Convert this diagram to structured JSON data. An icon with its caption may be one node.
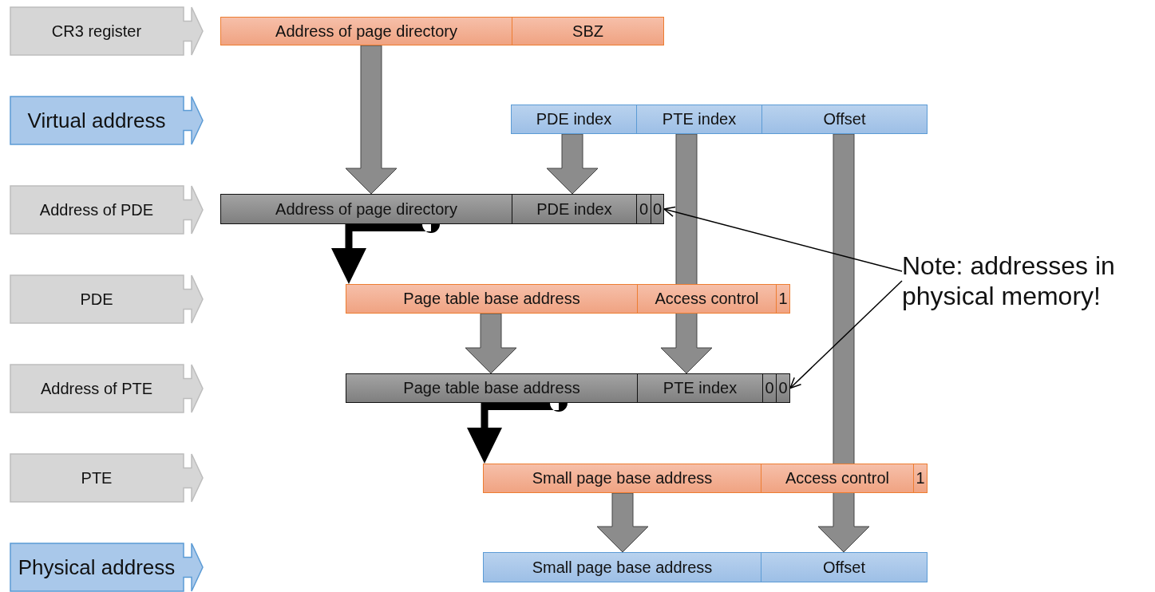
{
  "diagram": {
    "nodes": [
      {
        "text": [
          "CR3 register"
        ]
      },
      {
        "text": [
          "Virtual address"
        ]
      },
      {
        "text": [
          "Address of PDE"
        ]
      },
      {
        "text": [
          "PDE"
        ]
      },
      {
        "text": [
          "Address of PTE"
        ]
      },
      {
        "text": [
          "PTE"
        ]
      },
      {
        "text": [
          "Physical address"
        ]
      },
      {
        "text": [
          "Address of page directory"
        ]
      },
      {
        "text": [
          "SBZ"
        ]
      },
      {
        "text": [
          "PDE index"
        ]
      },
      {
        "text": [
          "PTE index"
        ]
      },
      {
        "text": [
          "Offset"
        ]
      },
      {
        "text": [
          "Address of page directory"
        ]
      },
      {
        "text": [
          "PDE index"
        ]
      },
      {
        "text": [
          "0"
        ]
      },
      {
        "text": [
          "0"
        ]
      },
      {
        "text": [
          "Page table base address"
        ]
      },
      {
        "text": [
          "Access control"
        ]
      },
      {
        "text": [
          "1"
        ]
      },
      {
        "text": [
          "Page table base address"
        ]
      },
      {
        "text": [
          "PTE index"
        ]
      },
      {
        "text": [
          "0"
        ]
      },
      {
        "text": [
          "0"
        ]
      },
      {
        "text": [
          "Small page base address"
        ]
      },
      {
        "text": [
          "Access control"
        ]
      },
      {
        "text": [
          "1"
        ]
      },
      {
        "text": [
          "Small page base address"
        ]
      },
      {
        "text": [
          "Offset"
        ]
      },
      {
        "text": [
          "Note: addresses in physical memory!"
        ]
      }
    ],
    "edges": [
      {
        "from": 7,
        "to": 12,
        "arrow": "to"
      },
      {
        "from": 9,
        "to": 13,
        "arrow": "to"
      },
      {
        "from": 10,
        "to": 20,
        "arrow": "to"
      },
      {
        "from": 11,
        "to": 27,
        "arrow": "to"
      },
      {
        "from": 12,
        "to": 16,
        "arrow": "to",
        "style": "thick",
        "color": "#000000"
      },
      {
        "from": 16,
        "to": 19,
        "arrow": "to"
      },
      {
        "from": 19,
        "to": 23,
        "arrow": "to",
        "style": "thick",
        "color": "#000000"
      },
      {
        "from": 23,
        "to": 26,
        "arrow": "to"
      },
      {
        "from": 28,
        "to": 15,
        "arrow": "to",
        "color": "#000000"
      },
      {
        "from": 28,
        "to": 22,
        "arrow": "to",
        "color": "#000000"
      }
    ]
  }
}
